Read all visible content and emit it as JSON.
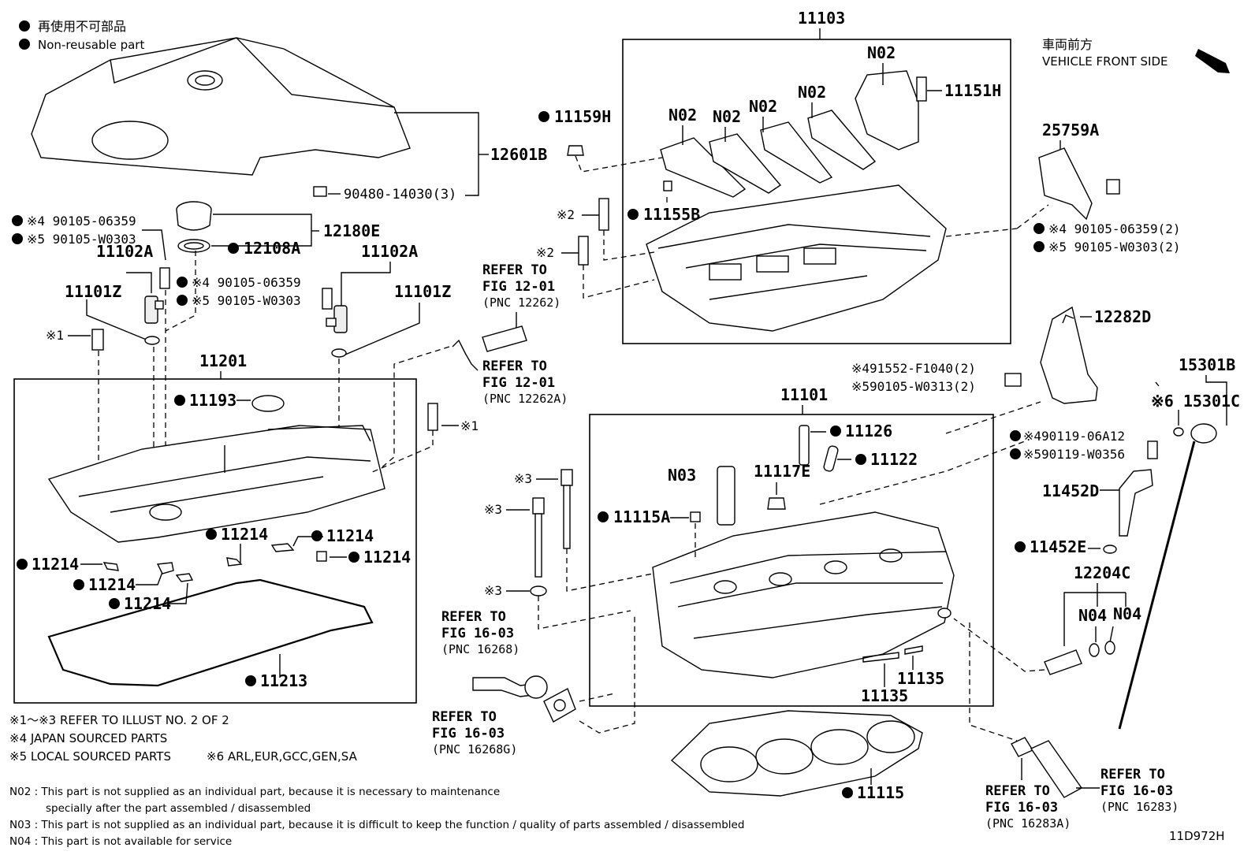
{
  "legend": {
    "jp": "再使用不可部品",
    "en": "Non-reusable part"
  },
  "front": {
    "jp": "車両前方",
    "en": "VEHICLE FRONT SIDE"
  },
  "labels": {
    "p11103": "11103",
    "n02a": "N02",
    "n02b": "N02",
    "n02c": "N02",
    "n02d": "N02",
    "n02e": "N02",
    "p11151H": "11151H",
    "p11159H": "11159H",
    "p11155B": "11155B",
    "p12601B": "12601B",
    "p90480": "90480-14030(3)",
    "p25759A": "25759A",
    "p12180E": "12180E",
    "p12108A": "12108A",
    "x4a": "※4 90105-06359",
    "x5a": "※5 90105-W0303",
    "p11102A_l": "11102A",
    "p11101Z_l": "11101Z",
    "x4b": "※4 90105-06359",
    "x5b": "※5 90105-W0303",
    "p11102A_r": "11102A",
    "p11101Z_r": "11101Z",
    "x1a": "※1",
    "x2a": "※2",
    "x2b": "※2",
    "x4c": "※4 90105-06359(2)",
    "x5c": "※5 90105-W0303(2)",
    "ref1a": "REFER TO",
    "ref1b": "FIG 12-01",
    "ref1c": "(PNC 12262)",
    "ref2a": "REFER TO",
    "ref2b": "FIG 12-01",
    "ref2c": "(PNC 12262A)",
    "p11201": "11201",
    "p11193": "11193",
    "x1b": "※1",
    "p11214a": "11214",
    "p11214b": "11214",
    "p11214c": "11214",
    "p11214d": "11214",
    "p11214e": "11214",
    "p11214f": "11214",
    "p11213": "11213",
    "p12282D": "12282D",
    "x4d": "※491552-F1040(2)",
    "x5d": "※590105-W0313(2)",
    "p15301B": "15301B",
    "x6": "※6 15301C",
    "p11101": "11101",
    "p11126": "11126",
    "p11122": "11122",
    "n03": "N03",
    "p11117E": "11117E",
    "p11115A": "11115A",
    "x3a": "※3",
    "x3b": "※3",
    "x3c": "※3",
    "x4e": "※490119-06A12",
    "x5e": "※590119-W0356",
    "p11452D": "11452D",
    "p11452E": "11452E",
    "p12204C": "12204C",
    "n04a": "N04",
    "n04b": "N04",
    "ref3a": "REFER TO",
    "ref3b": "FIG 16-03",
    "ref3c": "(PNC 16268)",
    "ref4a": "REFER TO",
    "ref4b": "FIG 16-03",
    "ref4c": "(PNC 16268G)",
    "p11135a": "11135",
    "p11135b": "11135",
    "p11115": "11115",
    "ref5a": "REFER TO",
    "ref5b": "FIG 16-03",
    "ref5c": "(PNC 16283A)",
    "ref6a": "REFER TO",
    "ref6b": "FIG 16-03",
    "ref6c": "(PNC 16283)",
    "illust": "11D972H"
  },
  "notes": {
    "n1": "※1～※3  REFER TO ILLUST NO. 2 OF 2",
    "n2": "※4 JAPAN SOURCED PARTS",
    "n3": "※5 LOCAL SOURCED PARTS",
    "n3b": "※6 ARL,EUR,GCC,GEN,SA",
    "n4": "N02 : This part is not supplied as an individual part, because it is necessary to maintenance",
    "n5": "specially after the part assembled / disassembled",
    "n6": "N03 : This part is not supplied as an individual part, because it is difficult to keep the function / quality of parts  assembled / disassembled",
    "n7": "N04 : This part is not available for service"
  }
}
